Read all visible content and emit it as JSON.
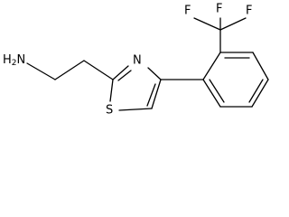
{
  "atoms": {
    "amine_n": "N",
    "amine_h": "H",
    "amine_h_count": "2",
    "thiazole_n": "N",
    "thiazole_s": "S",
    "fluorine_1": "F",
    "fluorine_2": "F",
    "fluorine_3": "F"
  }
}
